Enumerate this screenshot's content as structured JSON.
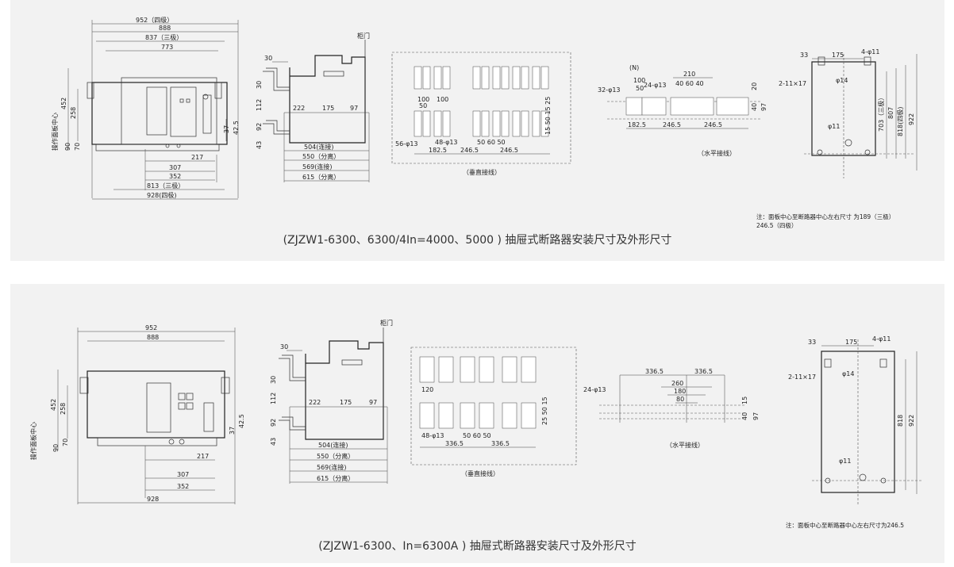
{
  "panel1": {
    "caption": "(ZJZW1-6300、6300/4In=4000、5000 ) 抽屉式断路器安装尺寸及外形尺寸",
    "note_line1": "注：面板中心至断路器中心左右尺寸 为189（三极）",
    "note_line2": "246.5（四极）",
    "front": {
      "d952": "952（四级）",
      "d888": "888",
      "d837": "837（三极）",
      "d773": "773",
      "d452": "452",
      "d258": "258",
      "d90": "90",
      "d70": "70",
      "d37": "37",
      "d425": "42.5",
      "d217": "217",
      "d307": "307",
      "d352": "352",
      "d813": "813（三极）",
      "d928": "928(四极)",
      "side_label": "操作面板中心"
    },
    "side": {
      "door": "柜门",
      "d30a": "30",
      "d30b": "30",
      "d112": "112",
      "d92": "92",
      "d43": "43",
      "d222": "222",
      "d175": "175",
      "d97": "97",
      "d504": "504(连接)",
      "d550": "550（分离）",
      "d569": "569(连接)",
      "d615": "615（分离）"
    },
    "vertical": {
      "d100a": "100",
      "d100b": "100",
      "d50": "50",
      "h56": "56-φ13",
      "h48": "48-φ13",
      "d1825": "182.5",
      "d2465a": "246.5",
      "d2465b": "246.5",
      "d506050": "50 60 50",
      "small": "15 50 15 25",
      "label": "（垂直接线）"
    },
    "horizontal": {
      "n": "(N)",
      "d100": "100",
      "d50": "50",
      "h32": "32-φ13",
      "h24": "24-φ13",
      "d210": "210",
      "d406040": "40 60 40",
      "d20": "20",
      "d40": "40",
      "d97": "97",
      "d1825": "182.5",
      "d2465a": "246.5",
      "d2465b": "246.5",
      "label": "（水平接线）"
    },
    "mount": {
      "d33": "33",
      "d175": "175",
      "h4": "4-φ11",
      "h2": "2-11×17",
      "h14": "φ14",
      "h11": "φ11",
      "d703": "703（三极）",
      "d807": "807",
      "d818": "818(四极)",
      "d922": "922"
    }
  },
  "panel2": {
    "caption": "(ZJZW1-6300、In=6300A ) 抽屉式断路器安装尺寸及外形尺寸",
    "note": "注：面板中心至断路器中心左右尺寸为246.5",
    "front": {
      "d952": "952",
      "d888": "888",
      "d452": "452",
      "d258": "258",
      "d90": "90",
      "d70": "70",
      "d37": "37",
      "d425": "42.5",
      "d217": "217",
      "d307": "307",
      "d352": "352",
      "d928": "928",
      "side_label": "操作面板中心"
    },
    "side": {
      "door": "柜门",
      "d30a": "30",
      "d30b": "30",
      "d112": "112",
      "d92": "92",
      "d43": "43",
      "d222": "222",
      "d175": "175",
      "d97": "97",
      "d504": "504(连接)",
      "d550": "550（分离）",
      "d569": "569(连接)",
      "d615": "615（分离）"
    },
    "vertical": {
      "d120": "120",
      "h48": "48-φ13",
      "d506050": "50 60 50",
      "d3365a": "336.5",
      "d3365b": "336.5",
      "small": "25 50 15",
      "label": "（垂直接线）"
    },
    "horizontal": {
      "d3365a": "336.5",
      "d3365b": "336.5",
      "d260": "260",
      "d180": "180",
      "d80": "80",
      "h24": "24-φ13",
      "d15": "15",
      "d40": "40",
      "d97": "97",
      "label": "（水平接线）"
    },
    "mount": {
      "d33": "33",
      "d175": "175",
      "h4": "4-φ11",
      "h2": "2-11×17",
      "h14": "φ14",
      "h11": "φ11",
      "d818": "818",
      "d922": "922"
    }
  }
}
